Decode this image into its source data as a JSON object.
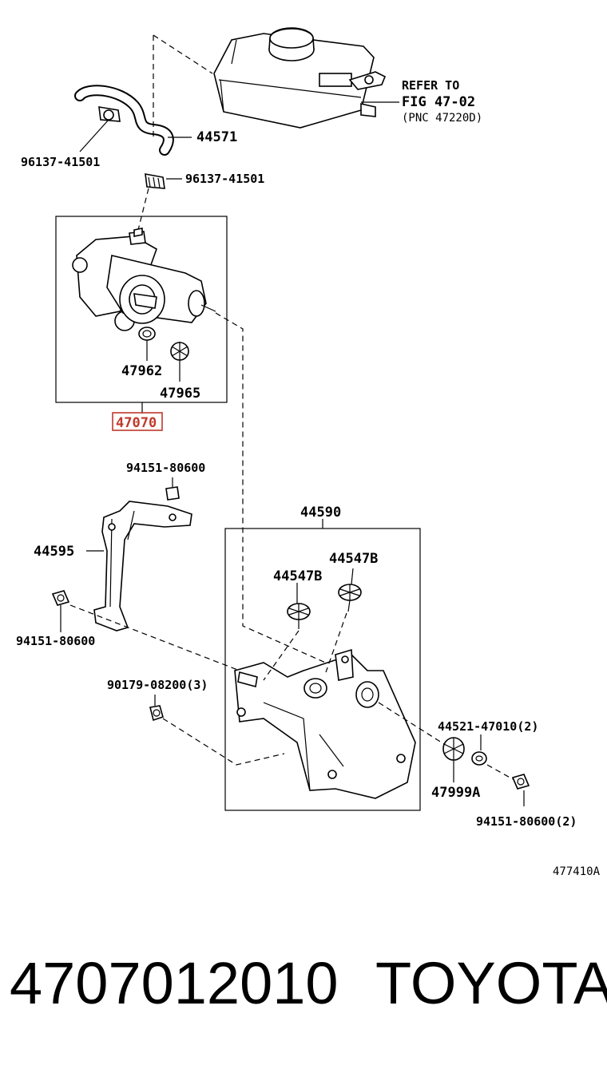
{
  "labels": {
    "p44571": "44571",
    "p96137a": "96137-41501",
    "p96137b": "96137-41501",
    "refer_line1": "REFER TO",
    "refer_line2": "FIG 47-02",
    "refer_line3": "(PNC 47220D)",
    "p47962": "47962",
    "p47965": "47965",
    "p47070": "47070",
    "p94151a": "94151-80600",
    "p44590": "44590",
    "p44595": "44595",
    "p44547b_1": "44547B",
    "p44547b_2": "44547B",
    "p94151b": "94151-80600",
    "p90179": "90179-08200(3)",
    "p44521": "44521-47010(2)",
    "p47999a": "47999A",
    "p94151c": "94151-80600(2)",
    "diagram_id": "477410A"
  },
  "footer": {
    "part_number": "4707012010",
    "brand": "TOYOTA"
  },
  "colors": {
    "highlight": "#c0392b"
  }
}
